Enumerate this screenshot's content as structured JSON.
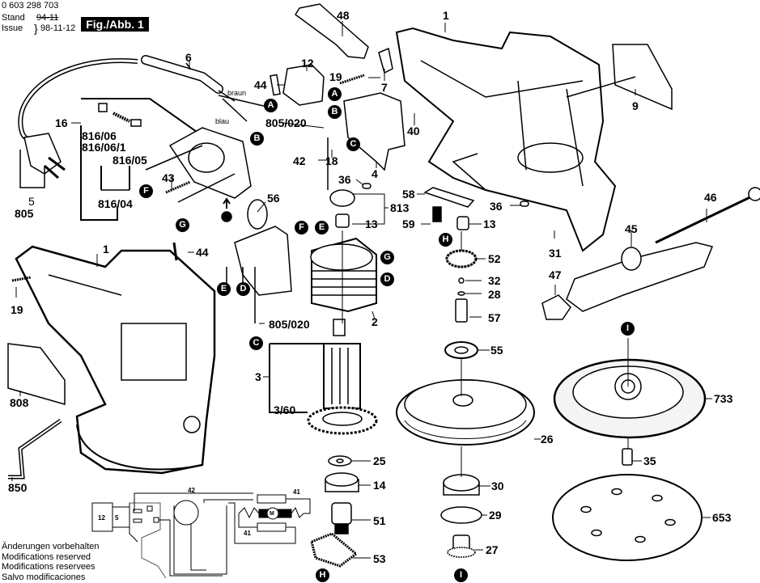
{
  "header": {
    "part_number": "0 603 298 703",
    "stand_label": "Stand",
    "issue_label": "Issue",
    "old_date": "94-11",
    "issue_date": "98-11-12",
    "figure_label": "Fig./Abb. 1"
  },
  "footer": {
    "lines": [
      "Änderungen vorbehalten",
      "Modifications reserved",
      "Modifications reservees",
      "Salvo modificaciones"
    ]
  },
  "wire_labels": {
    "brown": "braun",
    "blue": "blau"
  },
  "callouts": {
    "c48": "48",
    "c1a": "1",
    "c6": "6",
    "c12": "12",
    "c44a": "44",
    "c19a": "19",
    "c7": "7",
    "c9": "9",
    "c16": "16",
    "c805020a": "805/020",
    "c40": "40",
    "c81606": "816/06",
    "c816061": "816/06/1",
    "c81605": "816/05",
    "c42": "42",
    "c18": "18",
    "c4": "4",
    "c43": "43",
    "c81604": "816/04",
    "c5": "5",
    "c805": "805",
    "c36a": "36",
    "c56": "56",
    "c58": "58",
    "c813": "813",
    "c13a": "13",
    "c59": "59",
    "c36b": "36",
    "c13b": "13",
    "c46": "46",
    "c45": "45",
    "c31": "31",
    "c1b": "1",
    "c44b": "44",
    "c52": "52",
    "c47": "47",
    "c19b": "19",
    "c32": "32",
    "c28": "28",
    "c2": "2",
    "c57": "57",
    "c805020b": "805/020",
    "c55": "55",
    "c3": "3",
    "c808": "808",
    "c360": "3/60",
    "c733": "733",
    "c26": "26",
    "c25": "25",
    "c35": "35",
    "c850": "850",
    "c14": "14",
    "c30": "30",
    "c29": "29",
    "c653": "653",
    "c51": "51",
    "c27": "27",
    "c53": "53"
  },
  "markers": {
    "A": "A",
    "B": "B",
    "C": "C",
    "D": "D",
    "E": "E",
    "F": "F",
    "G": "G",
    "H": "H",
    "I": "I"
  },
  "schematic": {
    "switch": "12",
    "cable": "5",
    "wire": "42",
    "suppressor_top": "41",
    "suppressor_bottom": "41",
    "motor": "M"
  }
}
